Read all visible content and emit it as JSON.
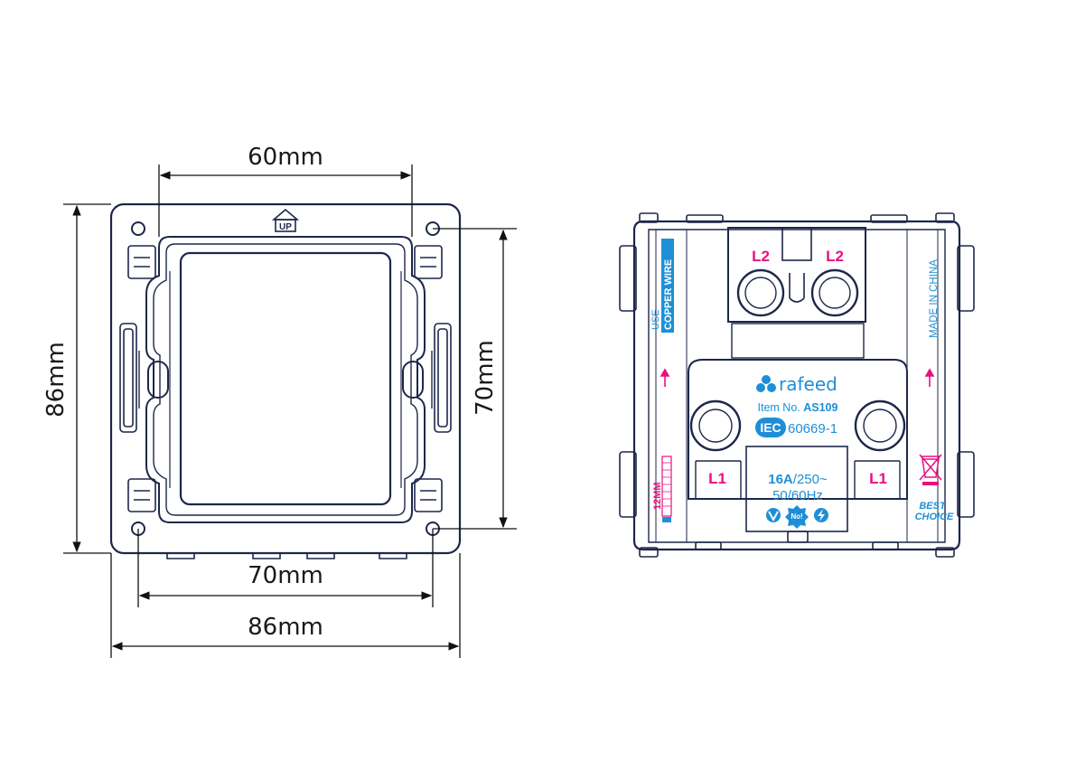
{
  "front_view": {
    "dim_top": "60mm",
    "dim_left": "86mm",
    "dim_right": "70mm",
    "dim_bottom_inner": "70mm",
    "dim_bottom_outer": "86mm",
    "up_mark": "UP"
  },
  "back_view": {
    "terminal_top_left": "L2",
    "terminal_top_right": "L2",
    "terminal_bottom_left": "L1",
    "terminal_bottom_right": "L1",
    "copper_use": "USE",
    "copper_wire": "COPPER WIRE",
    "made_in": "MADE IN CHINA",
    "brand": "rafeed",
    "item_prefix": "Item No. ",
    "item_no": "AS109",
    "iec_badge": "IEC",
    "iec_std": "60669-1",
    "rating_current": "16A",
    "rating_voltage": "/250~",
    "rating_freq": "50/60Hz",
    "strip_length": "12MM",
    "best": "BEST",
    "choice": "CHOICE",
    "cert_mark": "No!"
  },
  "colors": {
    "line": "#1d2749",
    "brand_blue": "#1e8fd6",
    "terminal_magenta": "#e8107f"
  }
}
